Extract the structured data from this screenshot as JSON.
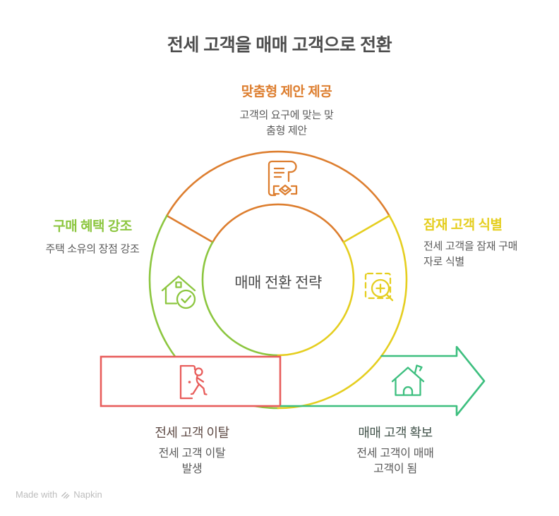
{
  "header": {
    "title": "전세 고객을 매매 고객으로 전환"
  },
  "ring": {
    "center_label": "매매 전환 전략",
    "segments": {
      "top": {
        "label": "맞춤형 제안 제공",
        "desc": "고객의 요구에 맞는 맞\n춤형 제안",
        "icon": "contract-handshake-icon",
        "color": "#dd7e2f"
      },
      "left": {
        "label": "구매 혜택 강조",
        "desc": "주택 소유의 장점 강조",
        "icon": "house-check-icon",
        "color": "#8cc63f"
      },
      "right": {
        "label": "잠재 고객 식별",
        "desc": "전세 고객을 잠재 구매\n자로 식별",
        "icon": "magnifier-plus-icon",
        "color": "#e5ce1f"
      }
    }
  },
  "flow": {
    "exit": {
      "label": "전세 고객 이탈",
      "desc": "전세 고객 이탈\n발생",
      "icon": "door-exit-icon",
      "color": "#e85d5b"
    },
    "acquire": {
      "label": "매매 고객 확보",
      "desc": "전세 고객이 매매\n고객이 됨",
      "icon": "house-flag-icon",
      "color": "#3dbf7f"
    }
  },
  "footer": {
    "made_with": "Made with",
    "brand": "Napkin",
    "logo": "napkin-logo-icon"
  },
  "colors": {
    "orange": "#dd7e2f",
    "green": "#8cc63f",
    "yellow": "#e5ce1f",
    "red": "#e85d5b",
    "teal": "#3dbf7f",
    "ink": "#4d4d4d",
    "ink2": "#4b4b4b",
    "body": "#5a5a5a",
    "exit-ink": "#5e4a44",
    "acquire-ink": "#42534b",
    "footer-gray": "#bdbdbd"
  }
}
